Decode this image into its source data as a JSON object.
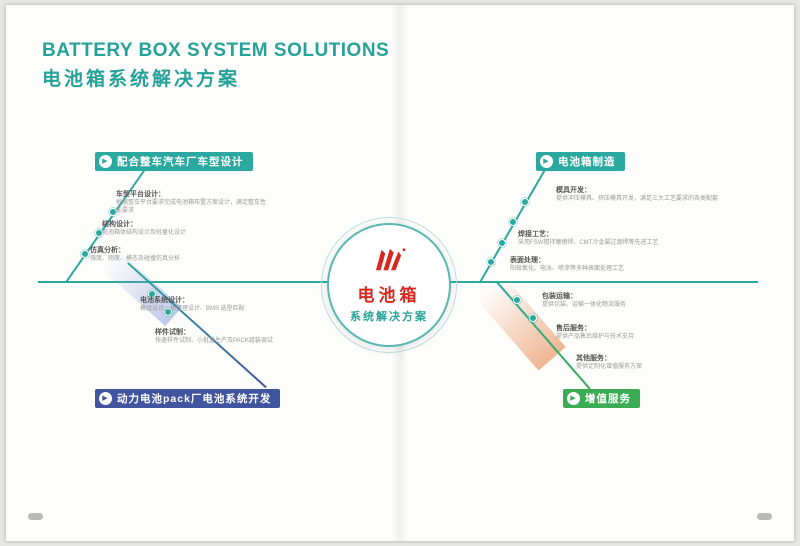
{
  "page": {
    "title_en": "BATTERY BOX SYSTEM SOLUTIONS",
    "title_cn": "电池箱系统解决方案",
    "accent_color": "#27a298"
  },
  "ui": {
    "branch_icon": "▶"
  },
  "center": {
    "line1": "电池箱",
    "line2": "系统解决方案",
    "logo_color": "#d5281e",
    "ring_color": "#59b8b1"
  },
  "branches": {
    "top_left": {
      "label": "配合整车汽车厂车型设计",
      "color": "#2ba9a0",
      "items": [
        {
          "title": "车型平台设计：",
          "desc": "根据整车平台要求完成电池箱布置方案设计，满足整车性能要求"
        },
        {
          "title": "结构设计：",
          "desc": "电池箱体结构设计及轻量化设计"
        },
        {
          "title": "仿真分析：",
          "desc": "强度、刚度、模态及碰撞仿真分析"
        }
      ]
    },
    "top_right": {
      "label": "电池箱制造",
      "color": "#2ba9a0",
      "items": [
        {
          "title": "模具开发：",
          "desc": "提供冲压模具、挤压模具开发，满足三大工艺要求的各类配套"
        },
        {
          "title": "焊接工艺：",
          "desc": "采用FSW搅拌摩擦焊、CMT冷金属过渡焊等先进工艺"
        },
        {
          "title": "表面处理：",
          "desc": "阳极氧化、电泳、喷涂等多种表面处理工艺"
        }
      ]
    },
    "bottom_left": {
      "label": "动力电池pack厂电池系统开发",
      "color": "#41549e",
      "items": [
        {
          "title": "电池系统设计：",
          "desc": "模组设计、热管理设计、BMS 选型匹配"
        },
        {
          "title": "样件试制：",
          "desc": "快速样件试制、小批量生产及PACK组装调试"
        }
      ]
    },
    "bottom_right": {
      "label": "增值服务",
      "color": "#3bab54",
      "items": [
        {
          "title": "包装运输：",
          "desc": "提供包装、运输一体化物流服务"
        },
        {
          "title": "售后服务：",
          "desc": "提供产品售后维护与技术支持"
        },
        {
          "title": "其他服务：",
          "desc": "提供定制化增值服务方案"
        }
      ]
    }
  }
}
